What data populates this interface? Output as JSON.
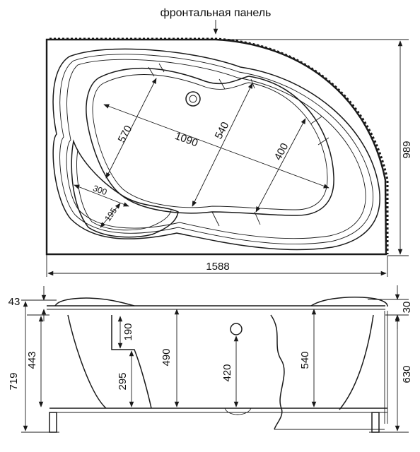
{
  "top_view": {
    "front_panel_label": "фронтальная панель",
    "dims": {
      "width": "1588",
      "depth": "989",
      "length_long": "1090",
      "width_left": "570",
      "width_mid": "540",
      "width_right": "400",
      "seat_length": "300",
      "seat_width": "195"
    }
  },
  "side_view": {
    "dims": {
      "rim_left": "43",
      "rim_right": "30",
      "total_height": "719",
      "left_height": "443",
      "seat_upper": "190",
      "seat_lower": "295",
      "inner_depth_490": "490",
      "drain_height": "420",
      "inner_depth_540": "540",
      "panel_height": "630"
    }
  }
}
